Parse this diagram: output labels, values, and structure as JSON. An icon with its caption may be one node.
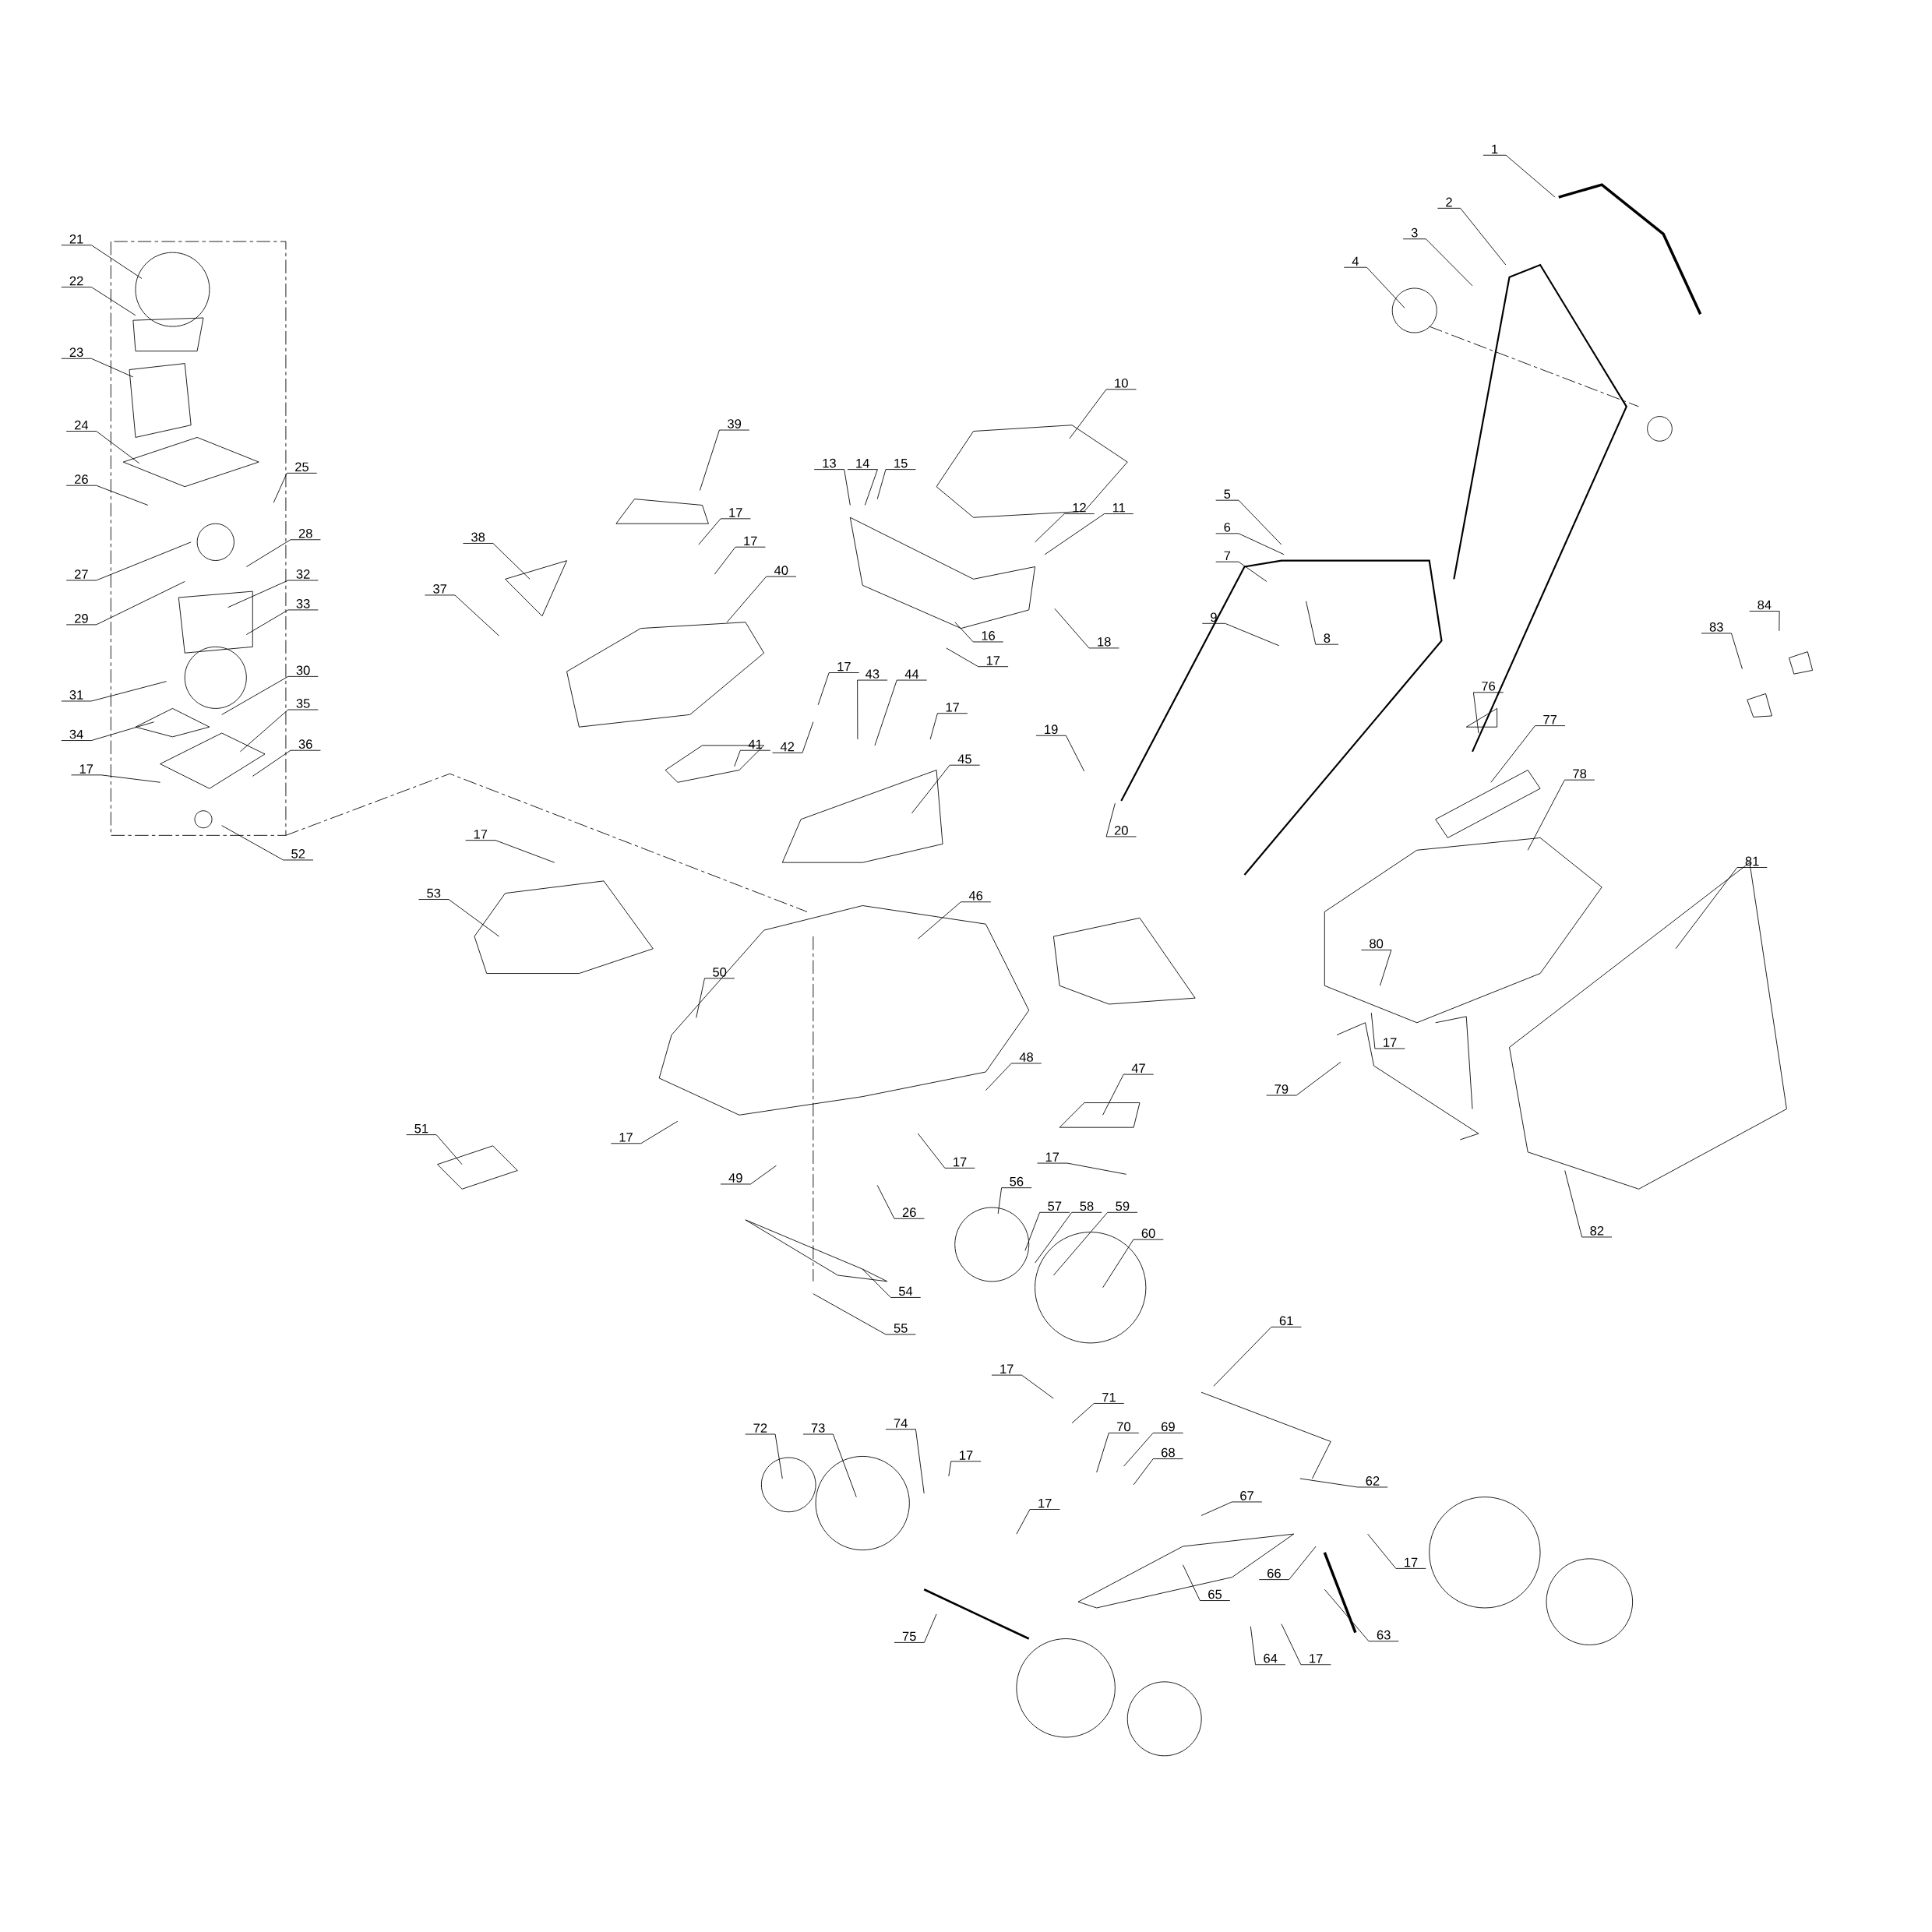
{
  "diagram": {
    "nodes": [
      {
        "text": [
          "1"
        ]
      },
      {
        "text": [
          "2"
        ]
      },
      {
        "text": [
          "3"
        ]
      },
      {
        "text": [
          "4"
        ]
      },
      {
        "text": [
          "5"
        ]
      },
      {
        "text": [
          "6"
        ]
      },
      {
        "text": [
          "7"
        ]
      },
      {
        "text": [
          "8"
        ]
      },
      {
        "text": [
          "9"
        ]
      },
      {
        "text": [
          "10"
        ]
      },
      {
        "text": [
          "11"
        ]
      },
      {
        "text": [
          "12"
        ]
      },
      {
        "text": [
          "13"
        ]
      },
      {
        "text": [
          "14"
        ]
      },
      {
        "text": [
          "15"
        ]
      },
      {
        "text": [
          "16"
        ]
      },
      {
        "text": [
          "17"
        ]
      },
      {
        "text": [
          "18"
        ]
      },
      {
        "text": [
          "19"
        ]
      },
      {
        "text": [
          "20"
        ]
      },
      {
        "text": [
          "21"
        ]
      },
      {
        "text": [
          "22"
        ]
      },
      {
        "text": [
          "23"
        ]
      },
      {
        "text": [
          "24"
        ]
      },
      {
        "text": [
          "25"
        ]
      },
      {
        "text": [
          "26"
        ]
      },
      {
        "text": [
          "27"
        ]
      },
      {
        "text": [
          "28"
        ]
      },
      {
        "text": [
          "29"
        ]
      },
      {
        "text": [
          "30"
        ]
      },
      {
        "text": [
          "31"
        ]
      },
      {
        "text": [
          "32"
        ]
      },
      {
        "text": [
          "33"
        ]
      },
      {
        "text": [
          "34"
        ]
      },
      {
        "text": [
          "35"
        ]
      },
      {
        "text": [
          "36"
        ]
      },
      {
        "text": [
          "17"
        ]
      },
      {
        "text": [
          "52"
        ]
      },
      {
        "text": [
          "37"
        ]
      },
      {
        "text": [
          "38"
        ]
      },
      {
        "text": [
          "39"
        ]
      },
      {
        "text": [
          "17"
        ]
      },
      {
        "text": [
          "17"
        ]
      },
      {
        "text": [
          "40"
        ]
      },
      {
        "text": [
          "41"
        ]
      },
      {
        "text": [
          "17"
        ]
      },
      {
        "text": [
          "42"
        ]
      },
      {
        "text": [
          "43"
        ]
      },
      {
        "text": [
          "44"
        ]
      },
      {
        "text": [
          "17"
        ]
      },
      {
        "text": [
          "45"
        ]
      },
      {
        "text": [
          "46"
        ]
      },
      {
        "text": [
          "17"
        ]
      },
      {
        "text": [
          "53"
        ]
      },
      {
        "text": [
          "50"
        ]
      },
      {
        "text": [
          "51"
        ]
      },
      {
        "text": [
          "17"
        ]
      },
      {
        "text": [
          "49"
        ]
      },
      {
        "text": [
          "48"
        ]
      },
      {
        "text": [
          "47"
        ]
      },
      {
        "text": [
          "17"
        ]
      },
      {
        "text": [
          "17"
        ]
      },
      {
        "text": [
          "26"
        ]
      },
      {
        "text": [
          "56"
        ]
      },
      {
        "text": [
          "57"
        ]
      },
      {
        "text": [
          "58"
        ]
      },
      {
        "text": [
          "59"
        ]
      },
      {
        "text": [
          "60"
        ]
      },
      {
        "text": [
          "54"
        ]
      },
      {
        "text": [
          "55"
        ]
      },
      {
        "text": [
          "61"
        ]
      },
      {
        "text": [
          "62"
        ]
      },
      {
        "text": [
          "63"
        ]
      },
      {
        "text": [
          "64"
        ]
      },
      {
        "text": [
          "17"
        ]
      },
      {
        "text": [
          "65"
        ]
      },
      {
        "text": [
          "66"
        ]
      },
      {
        "text": [
          "17"
        ]
      },
      {
        "text": [
          "67"
        ]
      },
      {
        "text": [
          "68"
        ]
      },
      {
        "text": [
          "69"
        ]
      },
      {
        "text": [
          "70"
        ]
      },
      {
        "text": [
          "71"
        ]
      },
      {
        "text": [
          "17"
        ]
      },
      {
        "text": [
          "72"
        ]
      },
      {
        "text": [
          "73"
        ]
      },
      {
        "text": [
          "74"
        ]
      },
      {
        "text": [
          "17"
        ]
      },
      {
        "text": [
          "17"
        ]
      },
      {
        "text": [
          "75"
        ]
      },
      {
        "text": [
          "76"
        ]
      },
      {
        "text": [
          "77"
        ]
      },
      {
        "text": [
          "78"
        ]
      },
      {
        "text": [
          "79"
        ]
      },
      {
        "text": [
          "80"
        ]
      },
      {
        "text": [
          "17"
        ]
      },
      {
        "text": [
          "81"
        ]
      },
      {
        "text": [
          "82"
        ]
      },
      {
        "text": [
          "83"
        ]
      },
      {
        "text": [
          "84"
        ]
      }
    ],
    "edges": [
      {
        "from": 0,
        "to": null,
        "arrow": "none"
      },
      {
        "from": 1,
        "to": null,
        "arrow": "none"
      },
      {
        "from": 2,
        "to": null,
        "arrow": "none"
      },
      {
        "from": 3,
        "to": null,
        "arrow": "none"
      },
      {
        "from": 4,
        "to": null,
        "arrow": "none"
      },
      {
        "from": 5,
        "to": null,
        "arrow": "none"
      },
      {
        "from": 6,
        "to": null,
        "arrow": "none"
      },
      {
        "from": 7,
        "to": null,
        "arrow": "none"
      },
      {
        "from": 8,
        "to": null,
        "arrow": "none"
      },
      {
        "from": 9,
        "to": null,
        "arrow": "none"
      },
      {
        "from": 10,
        "to": null,
        "arrow": "none"
      },
      {
        "from": 11,
        "to": null,
        "arrow": "none"
      },
      {
        "from": 12,
        "to": null,
        "arrow": "none"
      },
      {
        "from": 13,
        "to": null,
        "arrow": "none"
      },
      {
        "from": 14,
        "to": null,
        "arrow": "none"
      },
      {
        "from": 15,
        "to": null,
        "arrow": "none"
      },
      {
        "from": 16,
        "to": null,
        "arrow": "none"
      },
      {
        "from": 17,
        "to": null,
        "arrow": "none"
      },
      {
        "from": 18,
        "to": null,
        "arrow": "none"
      },
      {
        "from": 19,
        "to": null,
        "arrow": "none"
      },
      {
        "from": 20,
        "to": null,
        "arrow": "none"
      },
      {
        "from": 21,
        "to": null,
        "arrow": "none"
      },
      {
        "from": 22,
        "to": null,
        "arrow": "none"
      },
      {
        "from": 23,
        "to": null,
        "arrow": "none"
      },
      {
        "from": 24,
        "to": null,
        "arrow": "none"
      },
      {
        "from": 25,
        "to": null,
        "arrow": "none"
      },
      {
        "from": 26,
        "to": null,
        "arrow": "none"
      },
      {
        "from": 27,
        "to": null,
        "arrow": "none"
      },
      {
        "from": 28,
        "to": null,
        "arrow": "none"
      },
      {
        "from": 29,
        "to": null,
        "arrow": "none"
      },
      {
        "from": 30,
        "to": null,
        "arrow": "none"
      },
      {
        "from": 31,
        "to": null,
        "arrow": "none"
      },
      {
        "from": 32,
        "to": null,
        "arrow": "none"
      },
      {
        "from": 33,
        "to": null,
        "arrow": "none"
      },
      {
        "from": 34,
        "to": null,
        "arrow": "none"
      },
      {
        "from": 35,
        "to": null,
        "arrow": "none"
      },
      {
        "from": 36,
        "to": null,
        "arrow": "none"
      },
      {
        "from": 37,
        "to": null,
        "arrow": "none"
      },
      {
        "from": 38,
        "to": null,
        "arrow": "none"
      },
      {
        "from": 39,
        "to": null,
        "arrow": "none"
      },
      {
        "from": 40,
        "to": null,
        "arrow": "none"
      },
      {
        "from": 41,
        "to": null,
        "arrow": "none"
      },
      {
        "from": 42,
        "to": null,
        "arrow": "none"
      },
      {
        "from": 43,
        "to": null,
        "arrow": "none"
      },
      {
        "from": 44,
        "to": null,
        "arrow": "none"
      },
      {
        "from": 45,
        "to": null,
        "arrow": "none"
      },
      {
        "from": 46,
        "to": null,
        "arrow": "none"
      },
      {
        "from": 47,
        "to": null,
        "arrow": "none"
      },
      {
        "from": 48,
        "to": null,
        "arrow": "none"
      },
      {
        "from": 49,
        "to": null,
        "arrow": "none"
      },
      {
        "from": 50,
        "to": null,
        "arrow": "none"
      },
      {
        "from": 51,
        "to": null,
        "arrow": "none"
      },
      {
        "from": 52,
        "to": null,
        "arrow": "none"
      },
      {
        "from": 53,
        "to": null,
        "arrow": "none"
      },
      {
        "from": 54,
        "to": null,
        "arrow": "none"
      },
      {
        "from": 55,
        "to": null,
        "arrow": "none"
      },
      {
        "from": 56,
        "to": null,
        "arrow": "none"
      },
      {
        "from": 57,
        "to": null,
        "arrow": "none"
      },
      {
        "from": 58,
        "to": null,
        "arrow": "none"
      },
      {
        "from": 59,
        "to": null,
        "arrow": "none"
      },
      {
        "from": 60,
        "to": null,
        "arrow": "none"
      },
      {
        "from": 61,
        "to": null,
        "arrow": "none"
      },
      {
        "from": 62,
        "to": null,
        "arrow": "none"
      },
      {
        "from": 63,
        "to": null,
        "arrow": "none"
      },
      {
        "from": 64,
        "to": null,
        "arrow": "none"
      },
      {
        "from": 65,
        "to": null,
        "arrow": "none"
      },
      {
        "from": 66,
        "to": null,
        "arrow": "none"
      },
      {
        "from": 67,
        "to": null,
        "arrow": "none"
      },
      {
        "from": 68,
        "to": null,
        "arrow": "none"
      },
      {
        "from": 69,
        "to": null,
        "arrow": "none"
      },
      {
        "from": 70,
        "to": null,
        "arrow": "none"
      },
      {
        "from": 71,
        "to": null,
        "arrow": "none"
      },
      {
        "from": 72,
        "to": null,
        "arrow": "none"
      },
      {
        "from": 73,
        "to": null,
        "arrow": "none"
      },
      {
        "from": 74,
        "to": null,
        "arrow": "none"
      },
      {
        "from": 75,
        "to": null,
        "arrow": "none"
      },
      {
        "from": 76,
        "to": null,
        "arrow": "none"
      },
      {
        "from": 77,
        "to": null,
        "arrow": "none"
      },
      {
        "from": 78,
        "to": null,
        "arrow": "none"
      },
      {
        "from": 79,
        "to": null,
        "arrow": "none"
      },
      {
        "from": 80,
        "to": null,
        "arrow": "none"
      },
      {
        "from": 81,
        "to": null,
        "arrow": "none"
      },
      {
        "from": 82,
        "to": null,
        "arrow": "none"
      },
      {
        "from": 83,
        "to": null,
        "arrow": "none"
      },
      {
        "from": 84,
        "to": null,
        "arrow": "none"
      },
      {
        "from": 85,
        "to": null,
        "arrow": "none"
      },
      {
        "from": 86,
        "to": null,
        "arrow": "none"
      },
      {
        "from": 87,
        "to": null,
        "arrow": "none"
      },
      {
        "from": 88,
        "to": null,
        "arrow": "none"
      },
      {
        "from": 89,
        "to": null,
        "arrow": "none"
      },
      {
        "from": 90,
        "to": null,
        "arrow": "none"
      },
      {
        "from": 91,
        "to": null,
        "arrow": "none"
      },
      {
        "from": 92,
        "to": null,
        "arrow": "none"
      },
      {
        "from": 93,
        "to": null,
        "arrow": "none"
      },
      {
        "from": 94,
        "to": null,
        "arrow": "none"
      },
      {
        "from": 95,
        "to": null,
        "arrow": "none"
      },
      {
        "from": 96,
        "to": null,
        "arrow": "none"
      },
      {
        "from": 97,
        "to": null,
        "arrow": "none"
      },
      {
        "from": 98,
        "to": null,
        "arrow": "none"
      },
      {
        "from": 99,
        "to": null,
        "arrow": "none"
      }
    ]
  }
}
